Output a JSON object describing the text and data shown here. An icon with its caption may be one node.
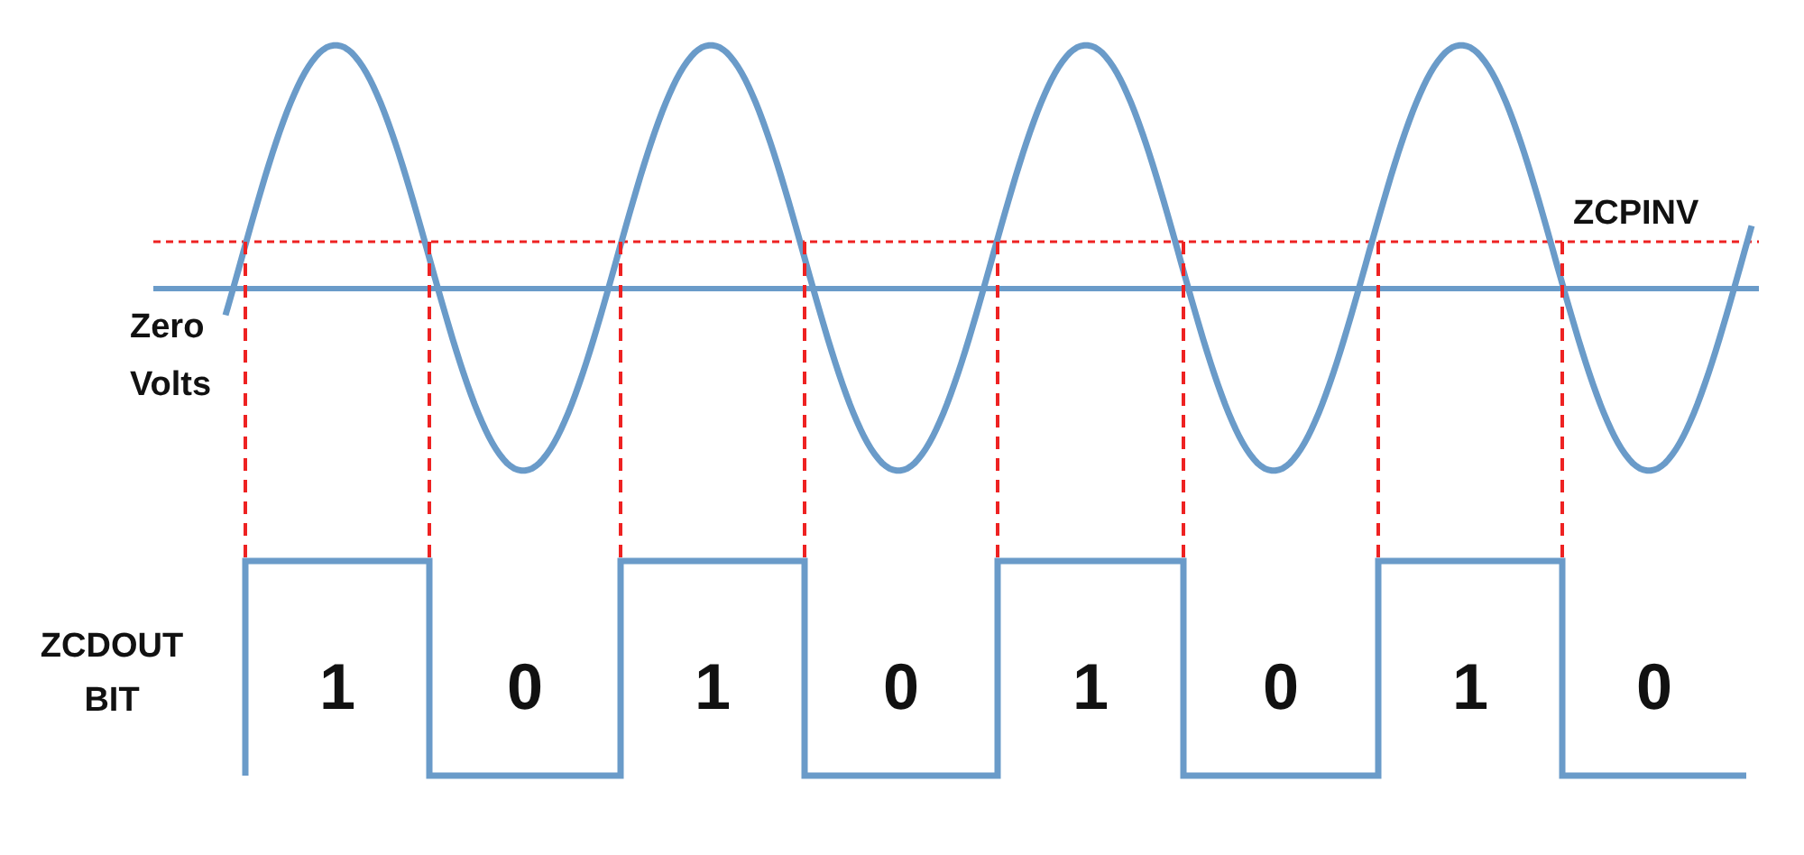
{
  "diagram": {
    "labels": [
      "ZCPINV",
      "Zero Volts",
      "ZCDOUT BIT",
      "1",
      "0",
      "1",
      "0",
      "1",
      "0",
      "1",
      "0"
    ]
  }
}
